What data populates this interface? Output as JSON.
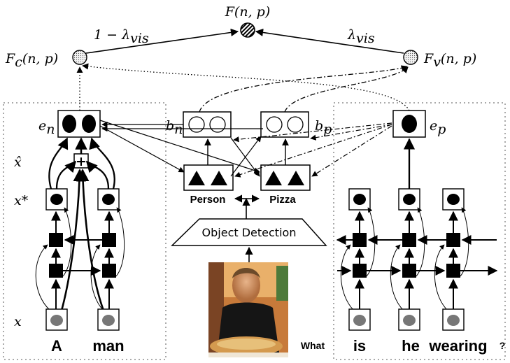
{
  "nodes": {
    "F": "F(n, p)",
    "Fc": "F",
    "Fc_sub": "c",
    "Fc_args": "(n, p)",
    "Fv": "F",
    "Fv_sub": "v",
    "Fv_args": "(n, p)",
    "edge_left": "1 − λ",
    "edge_left_sub": "vis",
    "edge_right": "λ",
    "edge_right_sub": "vis",
    "e_n": "e",
    "e_n_sub": "n",
    "e_p": "e",
    "e_p_sub": "p",
    "b_n": "b",
    "b_n_sub": "n",
    "b_p": "b",
    "b_p_sub": "p",
    "x_hat": "x̂",
    "x_star": "x*",
    "x": "x",
    "plus": "+"
  },
  "labels": {
    "person": "Person",
    "pizza": "Pizza",
    "object_detection": "Object Detection"
  },
  "words": {
    "a": "A",
    "man": "man",
    "what": "What",
    "is": "is",
    "he": "he",
    "wearing": "wearing",
    "question": "?"
  },
  "colors": {
    "photo_bg": "#c77a3a",
    "node_gray": "#777777"
  }
}
